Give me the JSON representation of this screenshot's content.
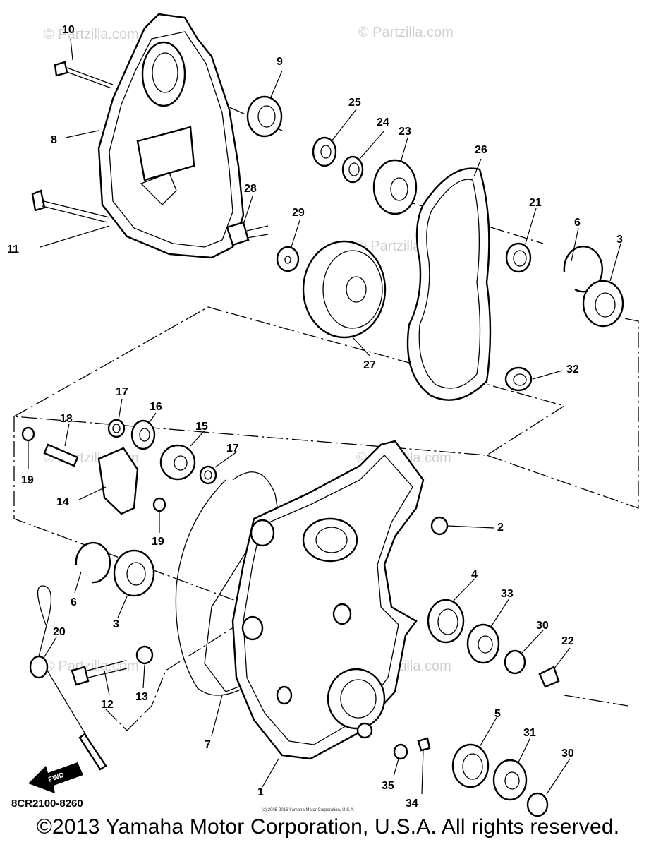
{
  "watermarks": [
    "© Partzilla.com",
    "© Partzilla.com",
    "© Partzilla.com",
    "© Partzilla.com",
    "© Partzilla.com",
    "© Partzilla.com",
    "© Partzilla.com"
  ],
  "callouts": [
    "1",
    "2",
    "3",
    "3",
    "4",
    "5",
    "6",
    "6",
    "7",
    "8",
    "9",
    "10",
    "11",
    "12",
    "13",
    "14",
    "15",
    "16",
    "17",
    "17",
    "18",
    "19",
    "19",
    "20",
    "21",
    "22",
    "23",
    "24",
    "25",
    "26",
    "27",
    "28",
    "29",
    "30",
    "30",
    "31",
    "32",
    "33",
    "34",
    "35"
  ],
  "diagram_code": "8CR2100-8260",
  "fwd_label": "FWD",
  "small_notice": "(c) 2005-2016 Yamaha Motor Corporation, U.S.A.",
  "copyright": "©2013 Yamaha Motor Corporation, U.S.A. All rights reserved."
}
